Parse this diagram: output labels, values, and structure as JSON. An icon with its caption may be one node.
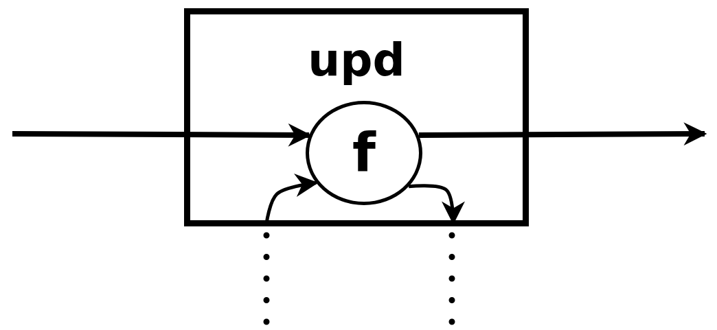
{
  "diagram": {
    "nodes": [
      {
        "text": [
          "upd"
        ]
      },
      {
        "text": [
          "f"
        ],
        "in": 0
      }
    ],
    "edges": [
      {
        "from": null,
        "to": 1,
        "arrow": "to"
      },
      {
        "from": 1,
        "to": null,
        "arrow": "to"
      },
      {
        "from": null,
        "to": 1,
        "arrow": "to"
      },
      {
        "from": 1,
        "to": null,
        "arrow": "to"
      }
    ]
  }
}
